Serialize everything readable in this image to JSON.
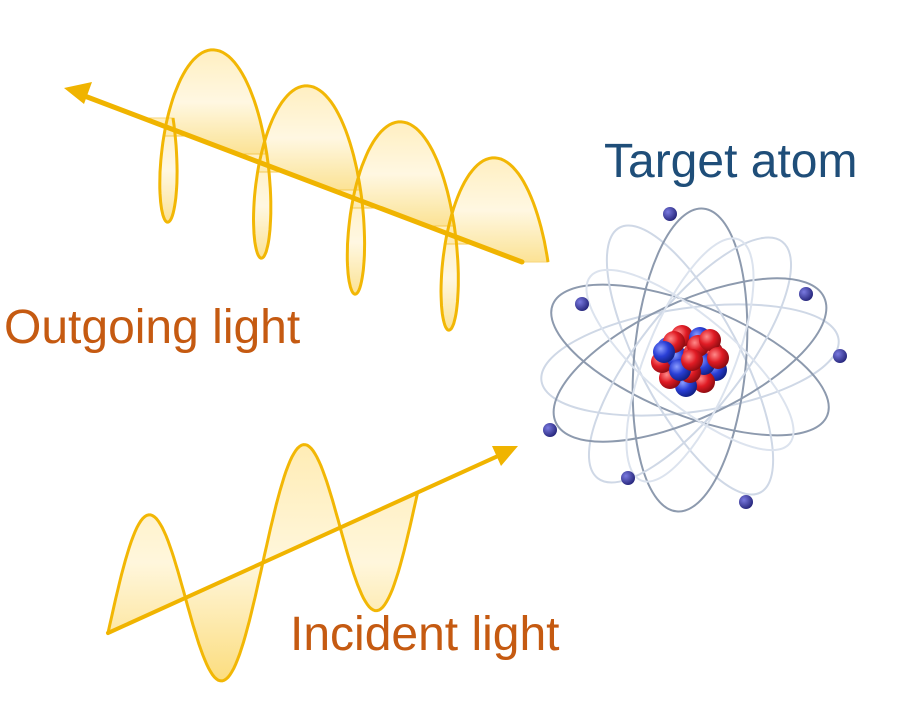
{
  "labels": {
    "target": "Target atom",
    "outgoing": "Outgoing light",
    "incident": "Incident light"
  },
  "colors": {
    "target_text": "#1f4e79",
    "light_text": "#c55a11",
    "wave_fill": "#fbe08a",
    "wave_stroke": "#f2b705",
    "arrow": "#f0b400",
    "orbit": "#9aa7b8",
    "orbit_light": "#cfd8e6",
    "electron": "#3a3aa8",
    "proton": "#e01b24",
    "neutron": "#2a3fd6"
  },
  "icons": {
    "incident_wave": "sine-wave-arrow-icon",
    "outgoing_wave": "circular-polarized-wave-arrow-icon",
    "atom": "atom-icon"
  }
}
